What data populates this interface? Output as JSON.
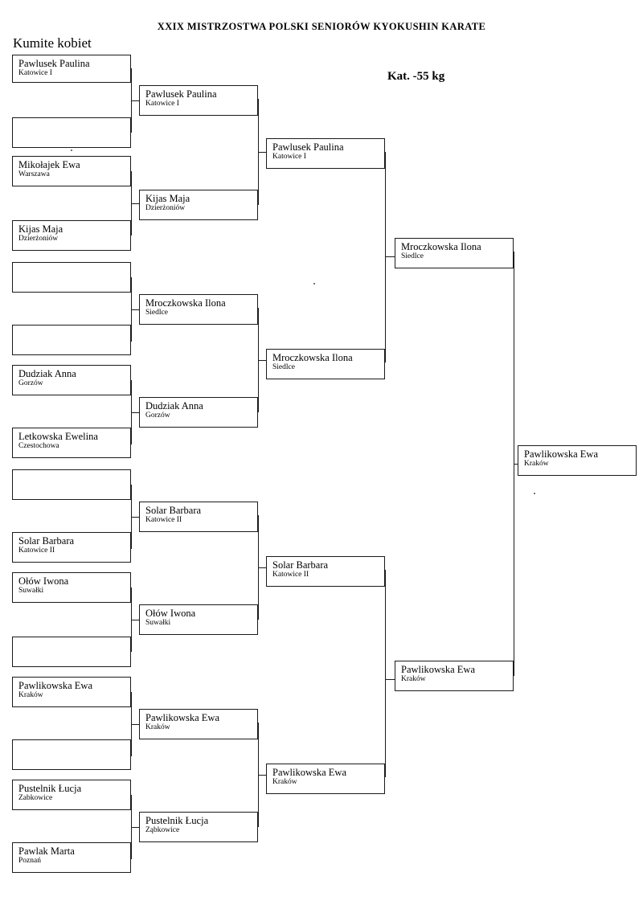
{
  "header": {
    "title": "XXIX MISTRZOSTWA POLSKI SENIORÓW KYOKUSHIN KARATE",
    "section": "Kumite kobiet",
    "category": "Kat. -55 kg"
  },
  "bracket": {
    "rounds": [
      {
        "name": "round-of-32",
        "slots": [
          {
            "name": "Pawlusek Paulina",
            "city": "Katowice I"
          },
          {
            "name": "",
            "city": ""
          },
          {
            "name": "Mikołajek Ewa",
            "city": "Warszawa"
          },
          {
            "name": "Kijas Maja",
            "city": "Dzierżoniów"
          },
          {
            "name": "",
            "city": ""
          },
          {
            "name": "",
            "city": ""
          },
          {
            "name": "Dudziak Anna",
            "city": "Gorzów"
          },
          {
            "name": "Letkowska Ewelina",
            "city": "Czestochowa"
          },
          {
            "name": "",
            "city": ""
          },
          {
            "name": "Solar Barbara",
            "city": "Katowice II"
          },
          {
            "name": "Ołów Iwona",
            "city": "Suwałki"
          },
          {
            "name": "",
            "city": ""
          },
          {
            "name": "Pawlikowska Ewa",
            "city": "Kraków"
          },
          {
            "name": "",
            "city": ""
          },
          {
            "name": "Pustelnik Łucja",
            "city": "Zabkowice"
          },
          {
            "name": "Pawlak Marta",
            "city": "Poznań"
          }
        ]
      },
      {
        "name": "round-of-16",
        "slots": [
          {
            "name": "Pawlusek Paulina",
            "city": "Katowice I"
          },
          {
            "name": "Kijas Maja",
            "city": "Dzierżoniów"
          },
          {
            "name": "Mroczkowska Ilona",
            "city": "Siedlce"
          },
          {
            "name": "Dudziak Anna",
            "city": "Gorzów"
          },
          {
            "name": "Solar Barbara",
            "city": "Katowice II"
          },
          {
            "name": "Ołów Iwona",
            "city": "Suwałki"
          },
          {
            "name": "Pawlikowska Ewa",
            "city": "Kraków"
          },
          {
            "name": "Pustelnik Łucja",
            "city": "Ząbkowice"
          }
        ]
      },
      {
        "name": "quarterfinals",
        "slots": [
          {
            "name": "Pawlusek Paulina",
            "city": "Katowice I"
          },
          {
            "name": "Mroczkowska Ilona",
            "city": "Siedlce"
          },
          {
            "name": "Solar Barbara",
            "city": "Katowice II"
          },
          {
            "name": "Pawlikowska Ewa",
            "city": "Kraków"
          }
        ]
      },
      {
        "name": "semifinals",
        "slots": [
          {
            "name": "Mroczkowska Ilona",
            "city": "Siedlce"
          },
          {
            "name": "Pawlikowska Ewa",
            "city": "Kraków"
          }
        ]
      },
      {
        "name": "final",
        "slots": [
          {
            "name": "Pawlikowska Ewa",
            "city": "Kraków"
          }
        ]
      }
    ]
  }
}
